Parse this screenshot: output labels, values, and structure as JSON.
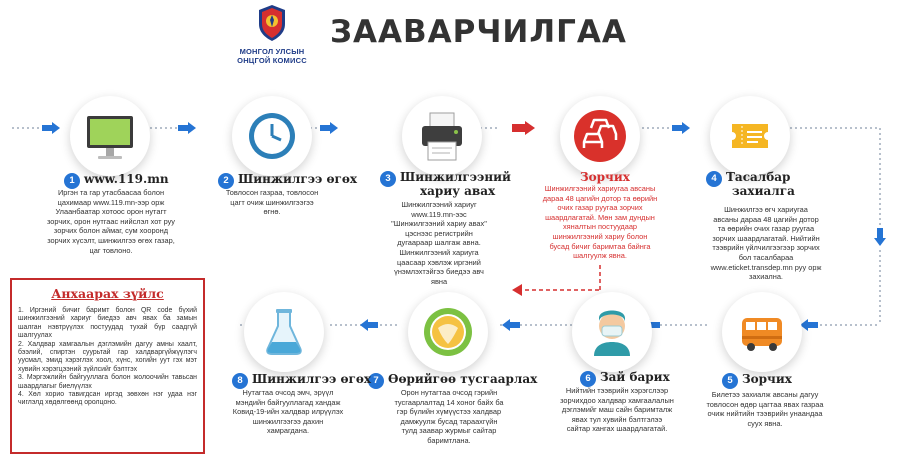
{
  "header": {
    "logo_lines": [
      "МОНГОЛ УЛСЫН",
      "ОНЦГОЙ КОМИСС"
    ],
    "title": "ЗААВАРЧИЛГАА"
  },
  "colors": {
    "blue": "#2574d4",
    "red": "#d62f2f",
    "dots": "#b7c0cc"
  },
  "steps": [
    {
      "num": "1",
      "title": "www.119.mn",
      "icon": "monitor-icon",
      "desc": [
        "Иргэн та гар утасбаасаа болон",
        "цахимаар www.119.mn-ээр орж",
        "Улаанбаатар хотоос орон нутагт",
        "зорчих, орон нутгаас нийслэл хот руу",
        "зорчих болон аймаг, сум хооронд",
        "зорчих хүсэлт, шинжилгээ өгөх газар,",
        "цаг товлоно."
      ]
    },
    {
      "num": "2",
      "title": "Шинжилгээ өгөх",
      "icon": "clock-icon",
      "desc": [
        "Товлосон газраа, товлосон",
        "цагт очиж шинжилгээгээ",
        "өгнө."
      ]
    },
    {
      "num": "3",
      "title": "Шинжилгээний",
      "title2": "хариу авах",
      "icon": "printer-icon",
      "desc": [
        "Шинжилгээний хариуг",
        "www.119.mn-ээс",
        "\"Шинжилгээний хариу авах\"",
        "цэснээс регистрийн",
        "дугаараар шалгаж авна.",
        "Шинжилгээний хариуга",
        "цаасаар хэвлэж иргэний",
        "үнэмлэхтэйгээ биедээ авч",
        "явна"
      ]
    },
    {
      "num": "",
      "title": "Зорчих",
      "icon": "traffic-icon",
      "desc": [
        "Шинжилгээний хариугаа авсаны",
        "дараа 48 цагийн дотор та өөрийн",
        "очих газар руугаа зорчих",
        "шаардлагатай. Мөн зам дундын",
        "хяналтын постуудаар",
        "шинжилгээний хариу болон",
        "бусад бичиг баримтаа байнга",
        "шалгуулж явна."
      ]
    },
    {
      "num": "4",
      "title": "Тасалбар",
      "title2": "захиалга",
      "icon": "ticket-icon",
      "desc": [
        "Шинжилгээ өгч хариугаа",
        "авсаны дараа 48 цагийн дотор",
        "та өөрийн очих газар руугаа",
        "зорчих шаардлагатай. Нийтийн",
        "тээврийн үйлчилгээгээр зорчих",
        "бол тасалбараа",
        "www.eticket.transdep.mn руу орж",
        "захиална."
      ]
    },
    {
      "num": "5",
      "title": "Зорчих",
      "icon": "bus-icon",
      "desc": [
        "Билетээ захиалж авсаны дагуу",
        "товлосон өдөр цагтаа явах газраа",
        "очиж нийтийн тээврийн унаандаа",
        "суух явна."
      ]
    },
    {
      "num": "6",
      "title": "Зай барих",
      "icon": "mask-icon",
      "desc": [
        "Нийтийн тээврийн хэрэгслээр",
        "зорчихдоо халдвар хамгаалалын",
        "дэглэмийг маш сайн баримталж",
        "явах тул хувийн бэлтгэлээ",
        "сайтар хангах шаардлагатай."
      ]
    },
    {
      "num": "7",
      "title": "Өөрийгөө тусгаарлах",
      "icon": "globe-icon",
      "desc": [
        "Орон нутагтаа очсод гэрийн",
        "тусгаарлалтад 14 хоног байх ба",
        "гэр бүлийн хүмүүстээ халдвар",
        "дамжуулж бусад тараахгүйн",
        "тулд заавар журмыг сайтар",
        "баримтлана."
      ]
    },
    {
      "num": "8",
      "title": "Шинжилгээ өгөх",
      "icon": "flask-icon",
      "desc": [
        "Нутагтаа очсод эмч, эрүүл",
        "мэндийн байгууллагад хандаж",
        "Ковид-19-ийн халдвар илрүүлэх",
        "шинжилгээгээ дахин",
        "хамрагдана."
      ]
    }
  ],
  "alert": {
    "title": "Анхаарах зүйлс",
    "items": [
      "1. Иргэний бичиг баримт болон QR code бүхий шинжилгээний хариуг биедээ авч явах ба замын шалган нэвтрүүлэх постуудад тухай бүр саадгүй шалгуулах",
      "2. Халдвар хамгаалын дэглэмийн дагуу амны хаалт, бээлий, спиртэн суурьтай гар халдваргүйжүүлэгч уусмал, эмид хэрэглэх хоол, хүнс, хогийн уут гэх мэт хувийн хэрэгцээний зүйлсийг бэлтгэх",
      "3. Мэргэжлийн байгууллага болон жолоочийн тавьсан шаардлагыг биелүүлэх",
      "4. Хөл хорио тавигдсан иргэд зөвхөн нэг удаа нэг чиглэлд хөдөлгөөнд оролцоно."
    ]
  }
}
